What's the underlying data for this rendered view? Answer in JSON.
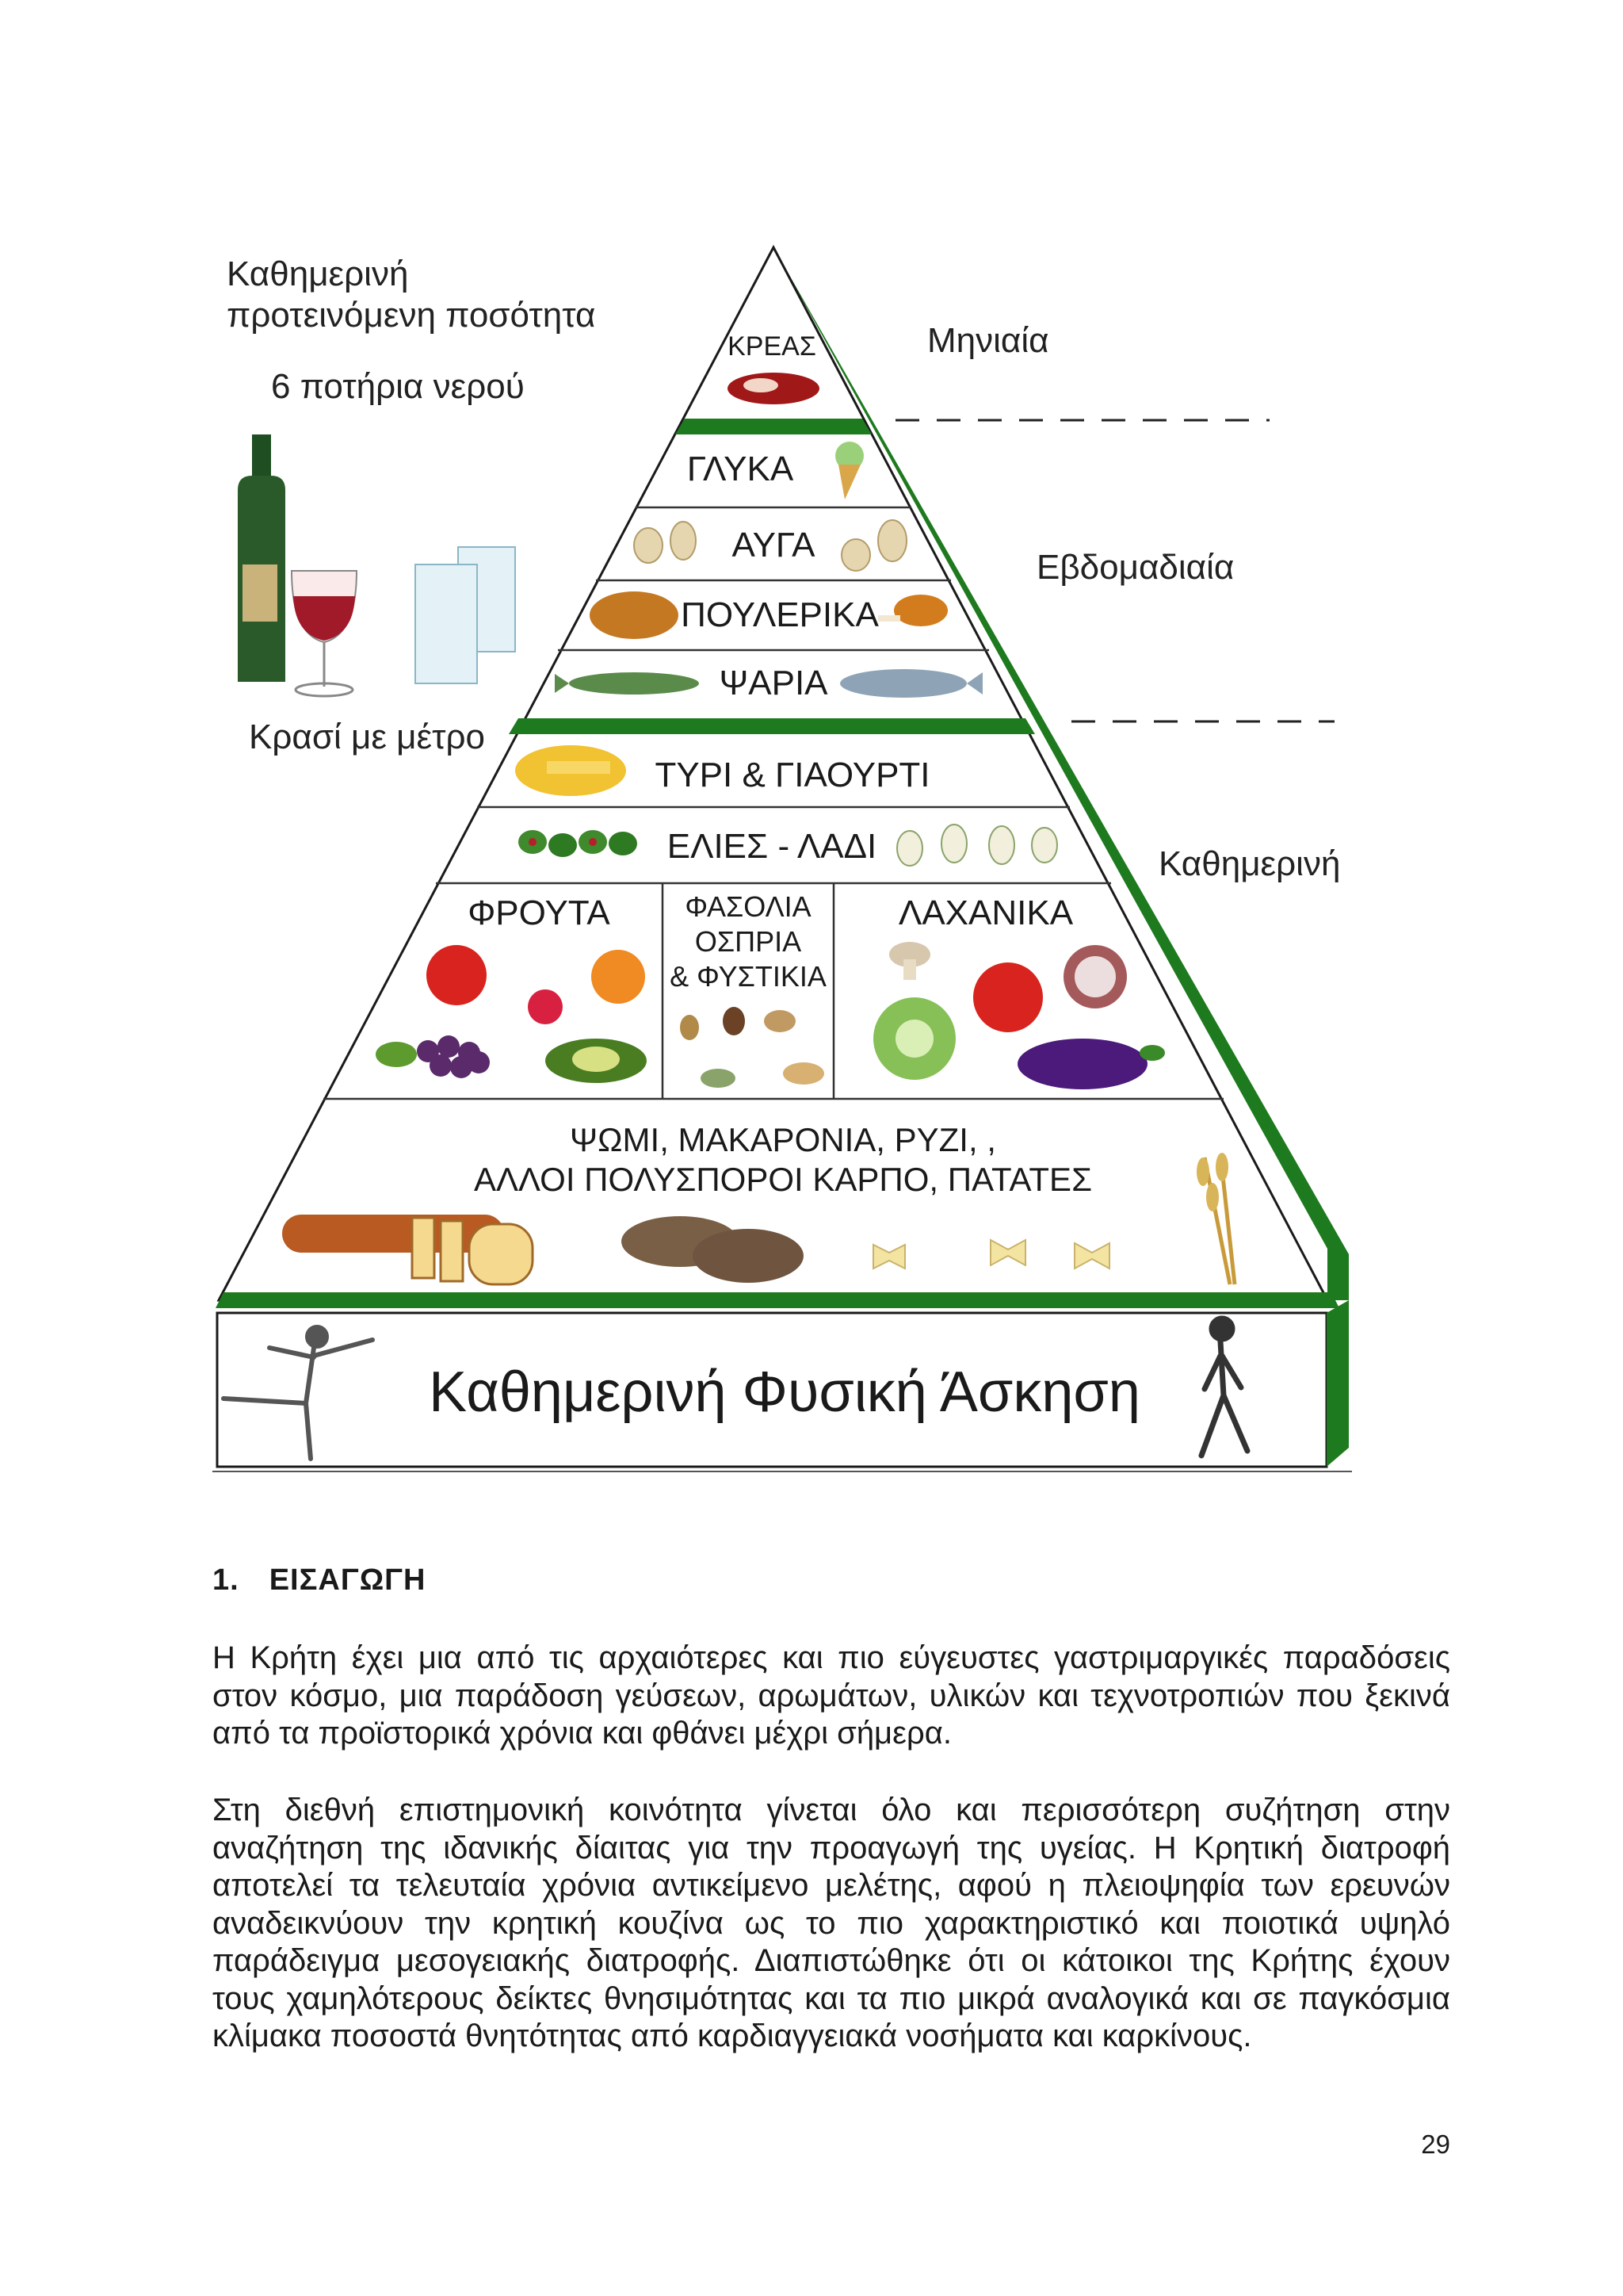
{
  "figure": {
    "left_note": {
      "line1": "Καθημερινή",
      "line2": "προτεινόμενη ποσότητα",
      "line3": "6 ποτήρια νερού",
      "wine": "Κρασί με μέτρο"
    },
    "frequency": {
      "monthly": "Μηνιαία",
      "weekly": "Εβδομαδιαία",
      "daily": "Καθημερινή"
    },
    "tiers": {
      "meat": "ΚΡΕΑΣ",
      "sweets": "ΓΛΥΚΑ",
      "eggs": "ΑΥΓΑ",
      "poultry": "ΠΟΥΛΕΡΙΚΑ",
      "fish": "ΨΑΡΙΑ",
      "dairy": "ΤΥΡΙ & ΓΙΑΟΥΡΤΙ",
      "olives": "ΕΛΙΕΣ - ΛΑΔΙ",
      "fruits": "ΦΡΟΥΤΑ",
      "legumes_1": "ΦΑΣΟΛΙΑ",
      "legumes_2": "ΟΣΠΡΙΑ",
      "legumes_3": "& ΦΥΣΤΙΚΙΑ",
      "vegetables": "ΛΑΧΑΝΙΚΑ",
      "grains_1": "ΨΩΜΙ, ΜΑΚΑΡΟΝΙΑ, ΡΥΖΙ, ,",
      "grains_2": "ΑΛΛΟΙ ΠΟΛΥΣΠΟΡΟΙ ΚΑΡΠΟ, ΠΑΤΑΤΕΣ"
    },
    "exercise": "Καθημερινή Φυσική Άσκηση",
    "colors": {
      "pyramid_green": "#1e7a1e",
      "dark_green": "#0f5a0f"
    }
  },
  "section": {
    "number": "1.",
    "title": "ΕΙΣΑΓΩΓΗ"
  },
  "paragraphs": [
    "Η Κρήτη έχει μια από τις αρχαιότερες και πιο εύγευστες γαστριμαργικές παραδόσεις στον κόσμο, μια παράδοση γεύσεων, αρωμάτων, υλικών και τεχνοτροπιών που ξεκινά από τα προϊστορικά χρόνια και φθάνει μέχρι σήμερα.",
    "Στη διεθνή επιστημονική κοινότητα γίνεται όλο και περισσότερη συζήτηση στην αναζήτηση της ιδανικής δίαιτας για την προαγωγή της υγείας. Η Κρητική διατροφή αποτελεί τα τελευταία χρόνια αντικείμενο μελέτης, αφού η πλειοψηφία των ερευνών αναδεικνύουν την κρητική κουζίνα ως το πιο χαρακτηριστικό και ποιοτικά υψηλό παράδειγμα μεσογειακής διατροφής. Διαπιστώθηκε ότι οι κάτοικοι της Κρήτης έχουν τους χαμηλότερους δείκτες θνησιμότητας και τα πιο μικρά αναλογικά και σε παγκόσμια κλίμακα ποσοστά θνητότητας από καρδιαγγειακά νοσήματα και καρκίνους."
  ],
  "page_number": "29"
}
